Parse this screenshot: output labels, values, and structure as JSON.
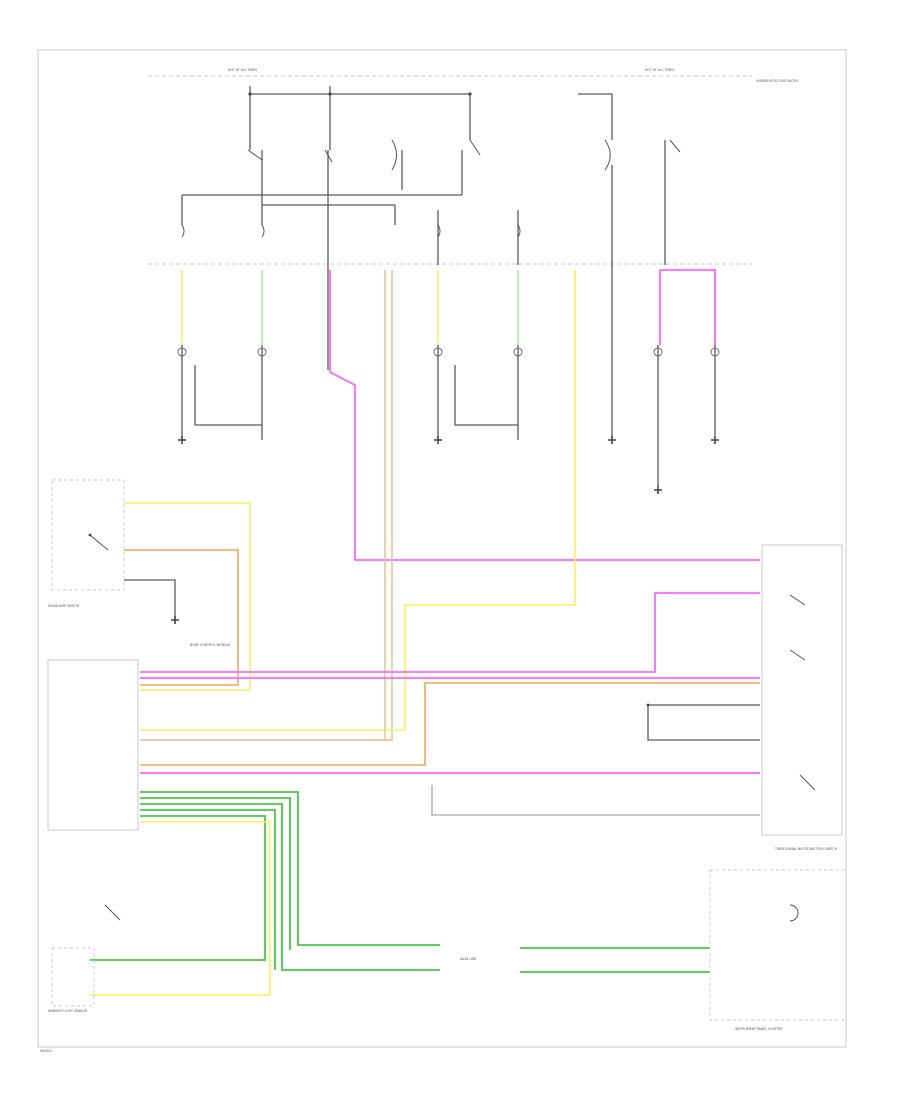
{
  "colors": {
    "yellow_wire": "#f4f45a",
    "pink_wire": "#ff66ff",
    "green_wire": "#44cc44",
    "orange_wire": "#f0a85a",
    "tan_wire": "#e0c080",
    "black_wire": "#5a5a5a"
  },
  "icons": [
    "switch-icon",
    "lamp-icon",
    "ground-icon",
    "splice-node-icon"
  ],
  "labels": {
    "hot_in_run_left": "HOT AT ALL TIMES",
    "hot_in_run_right": "HOT AT ALL TIMES",
    "fuse_block_note": "UNDERHOOD FUSE BLOCK",
    "headlamp_switch": "HEADLAMP SWITCH",
    "bcm": "BODY CONTROL MODULE",
    "turn_signal_switch": "TURN SIGNAL MULTIFUNCTION SWITCH",
    "instrument_panel_cluster": "INSTRUMENT PANEL CLUSTER",
    "ambient_light_sensor": "AMBIENT LIGHT SENSOR",
    "data_link": "DATA LINK",
    "footer_code": "W/I/001"
  }
}
